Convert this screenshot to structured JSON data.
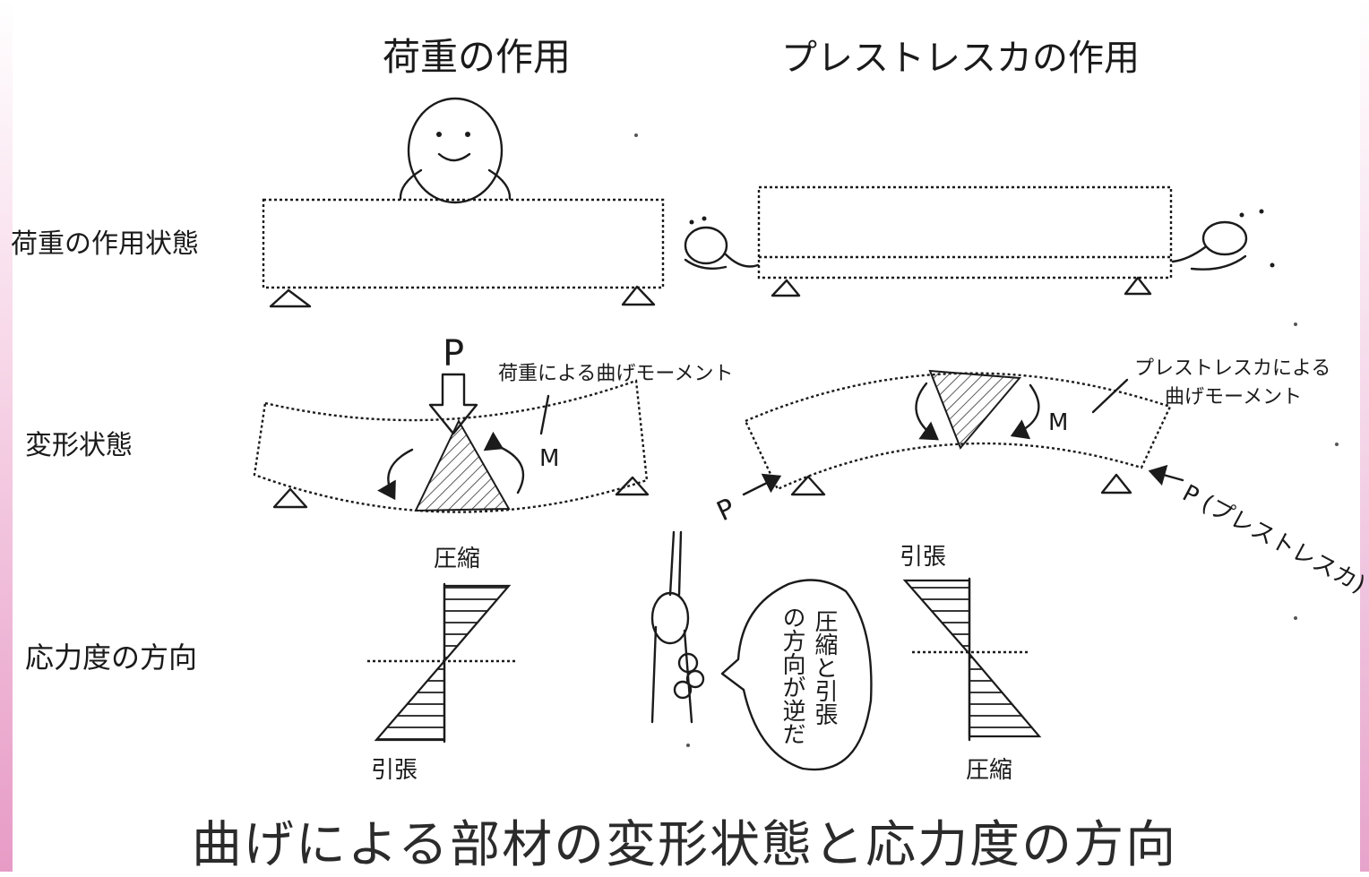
{
  "headers": {
    "load_action": "荷重の作用",
    "prestress_action": "プレストレスカの作用"
  },
  "row_labels": {
    "load_state": "荷重の作用状態",
    "deformation_state": "変形状態",
    "stress_direction": "応力度の方向"
  },
  "deformation": {
    "load_symbol": "P",
    "moment_symbol": "M",
    "load_moment_label": "荷重による曲げモーメント",
    "prestress_moment_label_line1": "プレストレスカによる",
    "prestress_moment_label_line2": "曲げモーメント",
    "prestress_force_left": "P",
    "prestress_force_right": "P (プレストレスカ)"
  },
  "stress": {
    "left_top": "圧縮",
    "left_bottom": "引張",
    "right_top": "引張",
    "right_bottom": "圧縮",
    "speech_line1": "圧縮と引張",
    "speech_line2": "の方向が逆だ"
  },
  "caption": "曲げによる部材の変形状態と応力度の方向"
}
